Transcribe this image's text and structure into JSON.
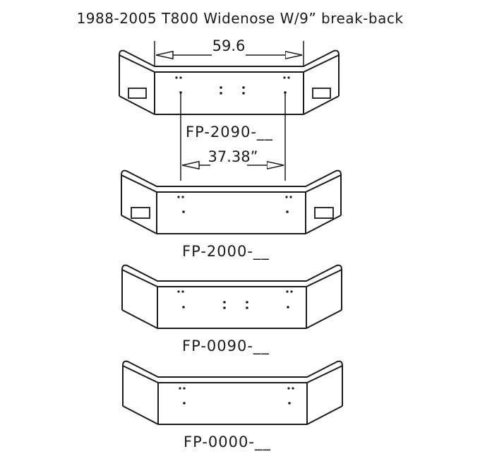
{
  "title": "1988-2005 T800 Widenose W/9” break-back",
  "dimensions": {
    "overall_width": "59.6",
    "hole_spacing": "37.38”"
  },
  "bumpers": [
    {
      "part_number": "FP-2090-__",
      "has_light_cutouts": true,
      "has_center_holes": true
    },
    {
      "part_number": "FP-2000-__",
      "has_light_cutouts": true,
      "has_center_holes": false
    },
    {
      "part_number": "FP-0090-__",
      "has_light_cutouts": false,
      "has_center_holes": true
    },
    {
      "part_number": "FP-0000-__",
      "has_light_cutouts": false,
      "has_center_holes": false
    }
  ],
  "colors": {
    "line": "#1a1a1a",
    "background": "#ffffff"
  }
}
